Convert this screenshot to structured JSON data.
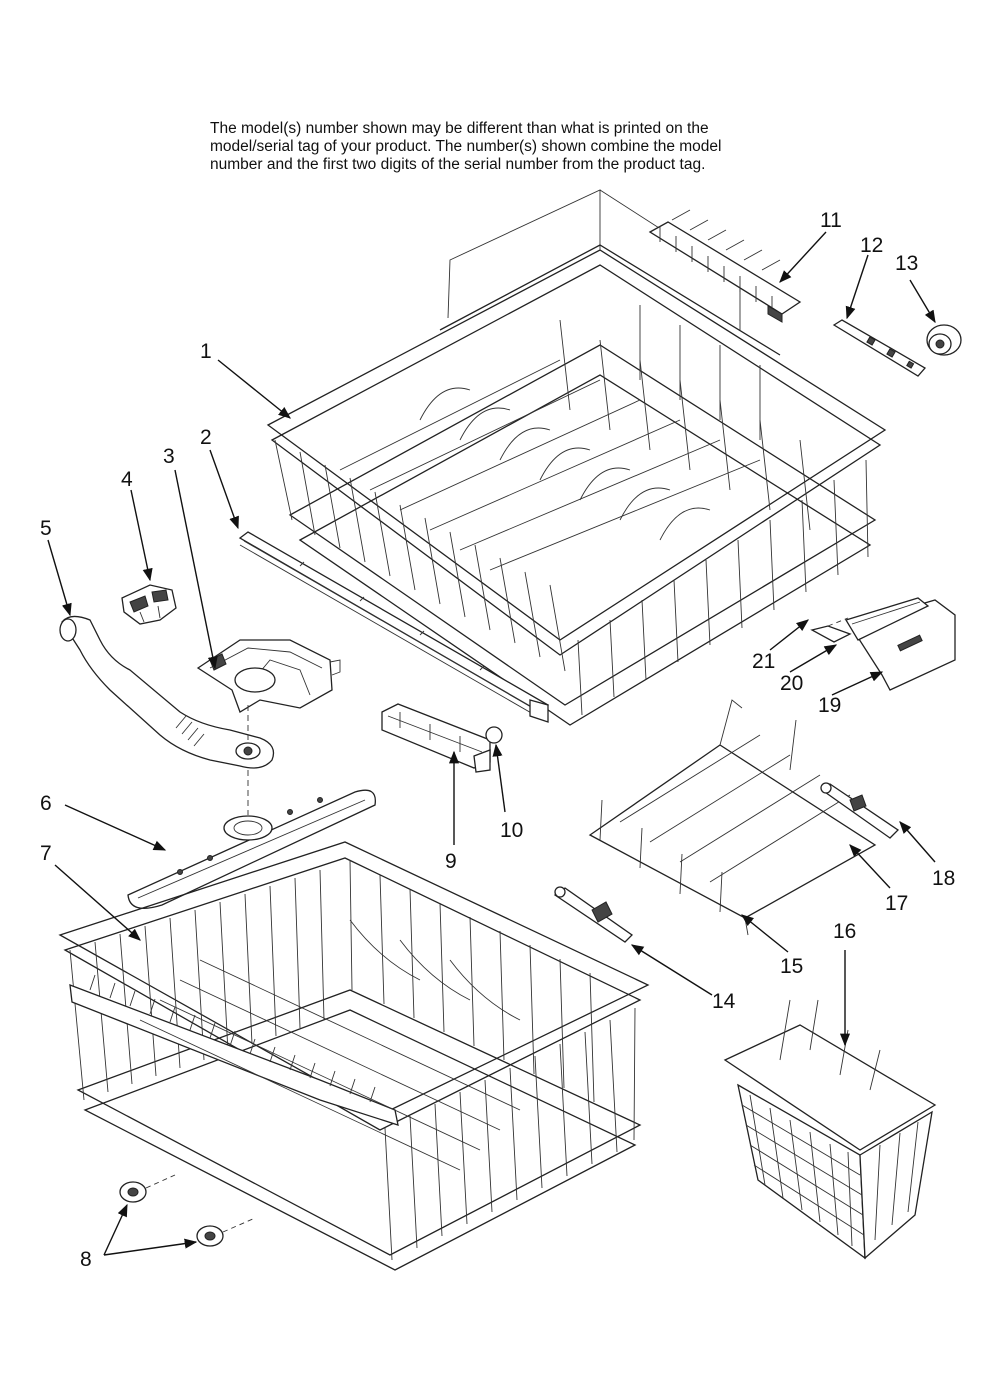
{
  "note": {
    "lines": [
      "The model(s) number shown may be different than what is printed on the",
      "model/serial tag of your product. The number(s) shown combine the model",
      "number and the first two digits of the serial number from the product tag."
    ]
  },
  "callouts": [
    "1",
    "2",
    "3",
    "4",
    "5",
    "6",
    "7",
    "8",
    "9",
    "10",
    "11",
    "12",
    "13",
    "14",
    "15",
    "16",
    "17",
    "18",
    "19",
    "20",
    "21"
  ]
}
